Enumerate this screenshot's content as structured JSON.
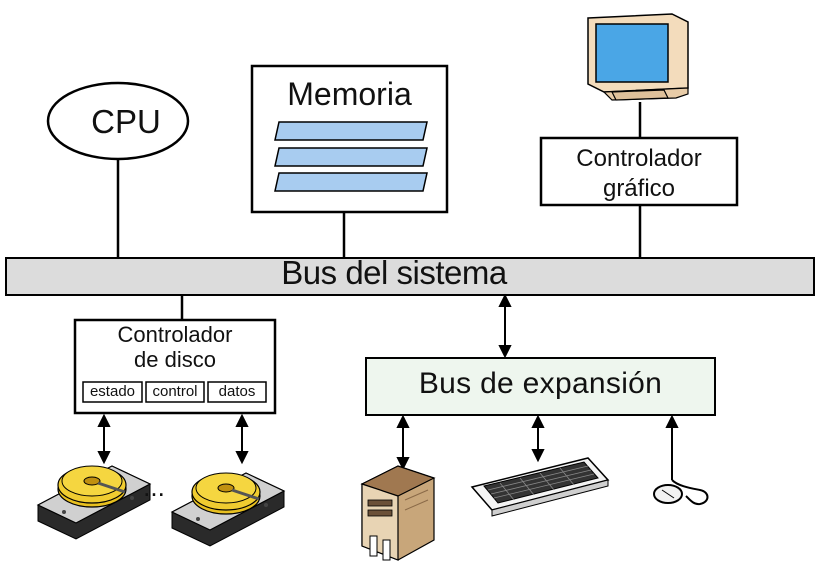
{
  "cpu": {
    "label": "CPU"
  },
  "memory": {
    "label": "Memoria"
  },
  "graphics_controller": {
    "line1": "Controlador",
    "line2": "gráfico"
  },
  "system_bus": {
    "label": "Bus del sistema"
  },
  "disk_controller": {
    "line1": "Controlador",
    "line2": "de disco",
    "registers": [
      "estado",
      "control",
      "datos"
    ]
  },
  "expansion_bus": {
    "label": "Bus de expansión"
  },
  "disk_ellipsis": "...",
  "icons": [
    "monitor-icon",
    "hard-disk-icon",
    "pc-tower-icon",
    "keyboard-icon",
    "mouse-icon"
  ],
  "colors": {
    "bus_fill": "#dcdcdc",
    "expansion_fill": "#eef6ee",
    "memory_bar": "#a8ccf0",
    "disk_platter": "#e8c020",
    "screen": "#4aa6e6"
  }
}
